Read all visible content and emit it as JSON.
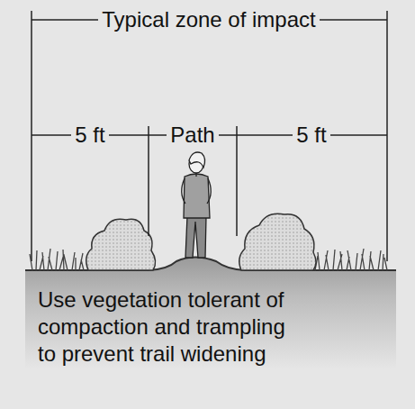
{
  "diagram": {
    "labels": [
      "Typical zone of impact",
      "5 ft",
      "Path",
      "5 ft",
      "Use vegetation tolerant of compaction and trampling to prevent trail widening"
    ]
  }
}
